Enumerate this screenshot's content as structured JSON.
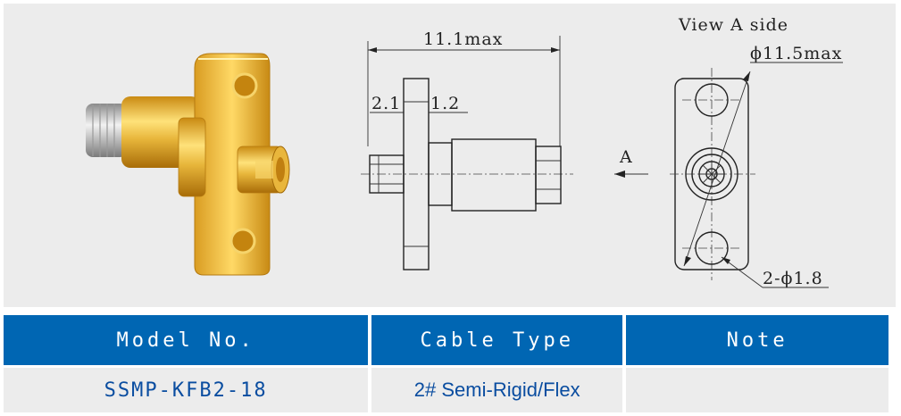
{
  "drawing": {
    "overall_length": "11.1max",
    "dim_left": "2.1",
    "dim_right": "1.2",
    "view_arrow_label": "A",
    "view_title": "View A side",
    "flange_length": "ϕ11.5max",
    "hole_callout": "2-ϕ1.8"
  },
  "table": {
    "headers": [
      "Model No.",
      "Cable Type",
      "Note"
    ],
    "row": {
      "model": "SSMP-KFB2-18",
      "cable_type": "2# Semi-Rigid/Flex",
      "note": ""
    }
  },
  "colors": {
    "header_bg": "#0066b3",
    "cell_text": "#0a4da0",
    "gold": "#e0a92c"
  }
}
